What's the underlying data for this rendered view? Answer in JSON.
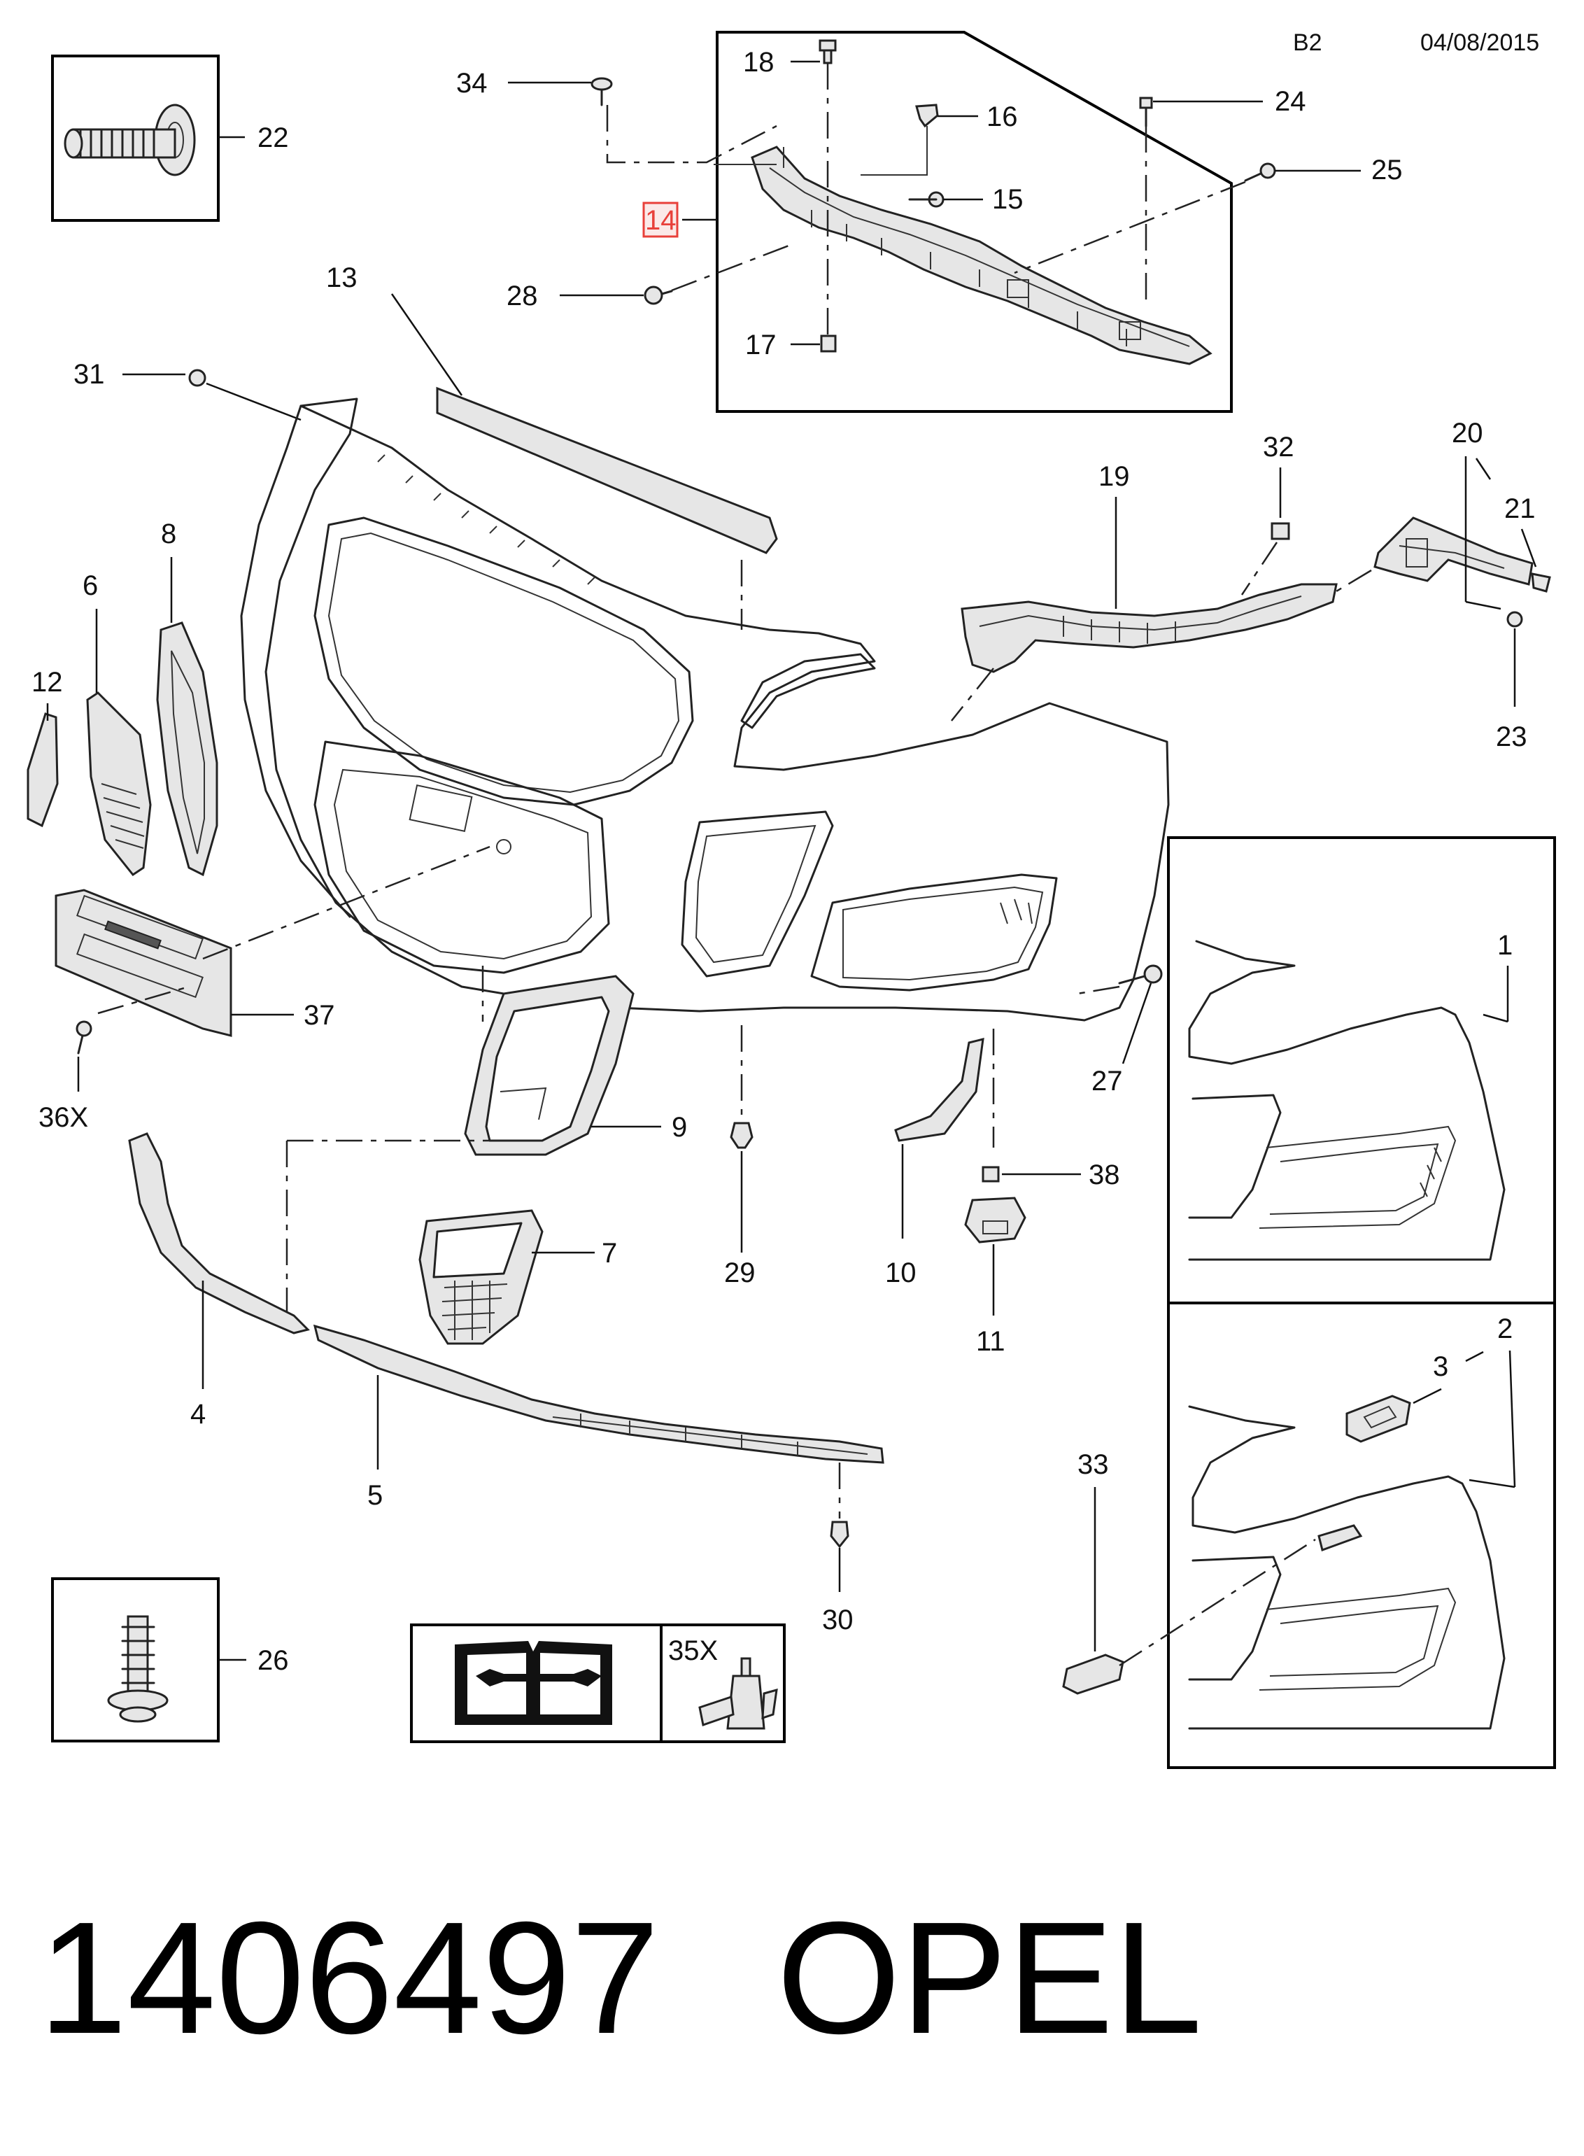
{
  "header": {
    "page_code": "B2",
    "date": "04/08/2015"
  },
  "footer": {
    "part_number": "1406497",
    "brand": "OPEL"
  },
  "callouts": {
    "c1": "1",
    "c2": "2",
    "c3": "3",
    "c4": "4",
    "c5": "5",
    "c6": "6",
    "c7": "7",
    "c8": "8",
    "c9": "9",
    "c10": "10",
    "c11": "11",
    "c12": "12",
    "c13": "13",
    "c14": "14",
    "c15": "15",
    "c16": "16",
    "c17": "17",
    "c18": "18",
    "c19": "19",
    "c20": "20",
    "c21": "21",
    "c22": "22",
    "c23": "23",
    "c24": "24",
    "c25": "25",
    "c26": "26",
    "c27": "27",
    "c28": "28",
    "c29": "29",
    "c30": "30",
    "c31": "31",
    "c32": "32",
    "c33": "33",
    "c34": "34",
    "c35X": "35X",
    "c36X": "36X",
    "c37": "37",
    "c38": "38"
  },
  "highlight_color": "#e8403a",
  "icons": [
    "repair-manual-icon",
    "sealant-bottle-icon"
  ]
}
